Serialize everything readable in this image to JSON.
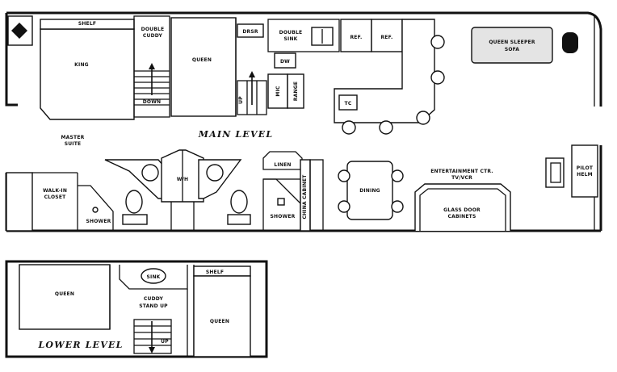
{
  "labels": {
    "main_level": "MAIN LEVEL",
    "lower_level": "LOWER LEVEL",
    "shelf_top": "SHELF",
    "double_cuddy_1": "DOUBLE",
    "double_cuddy_2": "CUDDY",
    "king": "KING",
    "queen_main": "QUEEN",
    "down": "DOWN",
    "dresser": "DRSR",
    "up": "UP",
    "double_sink_1": "DOUBLE",
    "double_sink_2": "SINK",
    "dw": "DW",
    "mic": "MIC",
    "range": "RANGE",
    "ref1": "REF.",
    "ref2": "REF.",
    "tc": "TC",
    "sofa_1": "QUEEN SLEEPER",
    "sofa_2": "SOFA",
    "master_1": "MASTER",
    "master_2": "SUITE",
    "wh": "W/H",
    "linen": "LINEN",
    "china": "CHINA CABINET",
    "dining": "DINING",
    "ent_1": "ENTERTAINMENT CTR.",
    "ent_2": "TV/VCR",
    "glass_1": "GLASS DOOR",
    "glass_2": "CABINETS",
    "pilot_1": "PILOT",
    "pilot_2": "HELM",
    "walkin_1": "WALK-IN",
    "walkin_2": "CLOSET",
    "shower_1": "SHOWER",
    "shower_2": "SHOWER",
    "shelf_lower": "SHELF",
    "queen_lower_left": "QUEEN",
    "queen_lower_right": "QUEEN",
    "sink": "SINK",
    "cuddy_1": "CUDDY",
    "cuddy_2": "STAND UP",
    "lower_up": "UP"
  }
}
